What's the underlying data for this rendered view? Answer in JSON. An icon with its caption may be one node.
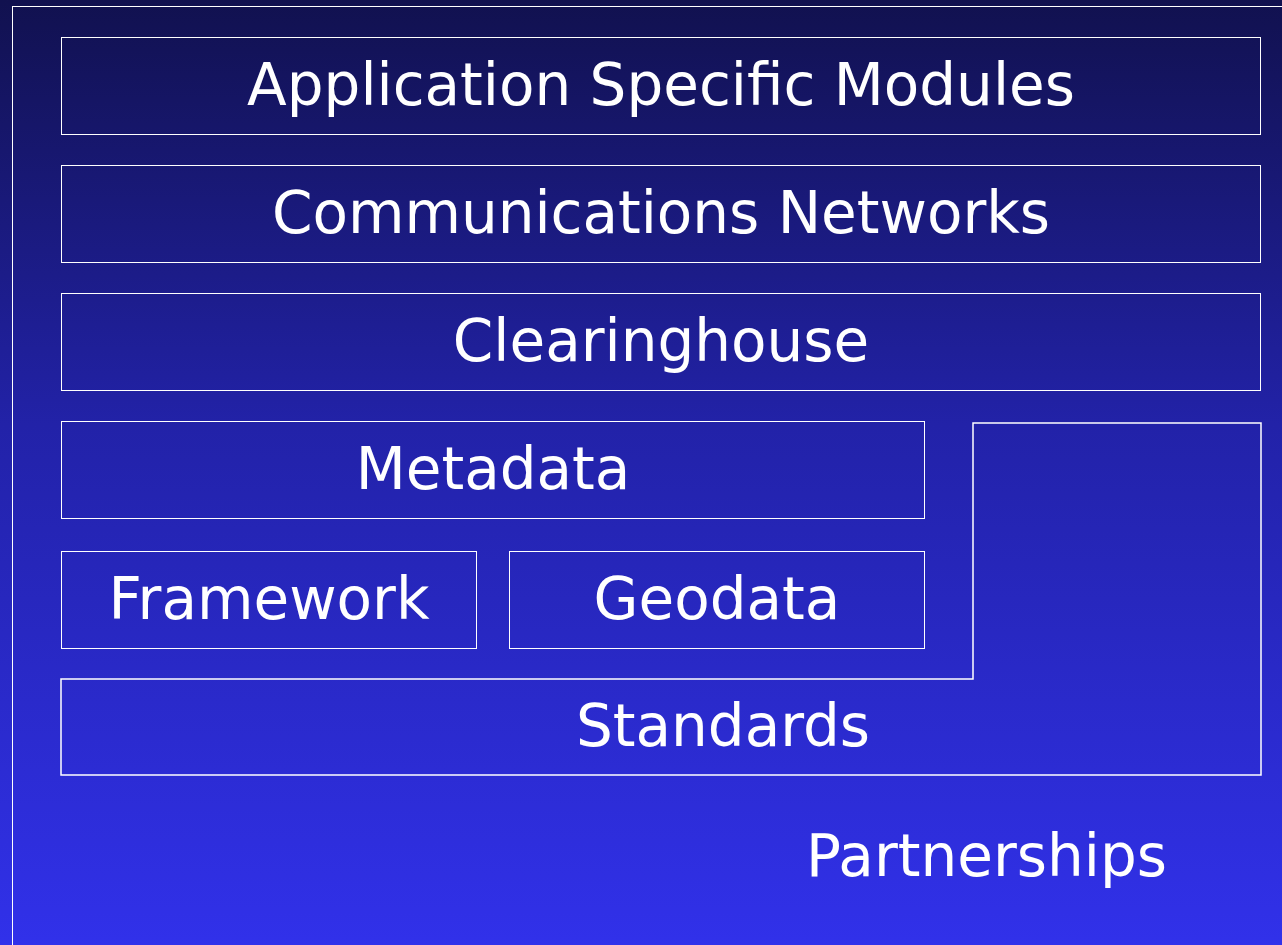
{
  "diagram": {
    "nodes": [
      {
        "text": [
          "Partnerships"
        ]
      },
      {
        "text": [
          "Application Specific Modules"
        ],
        "in": 0
      },
      {
        "text": [
          "Communications Networks"
        ],
        "in": 0
      },
      {
        "text": [
          "Clearinghouse"
        ],
        "in": 0
      },
      {
        "text": [
          "Metadata"
        ],
        "in": 0
      },
      {
        "text": [
          "Framework"
        ],
        "in": 0
      },
      {
        "text": [
          "Geodata"
        ],
        "in": 0
      },
      {
        "text": [
          "Standards"
        ],
        "in": 0
      }
    ]
  }
}
